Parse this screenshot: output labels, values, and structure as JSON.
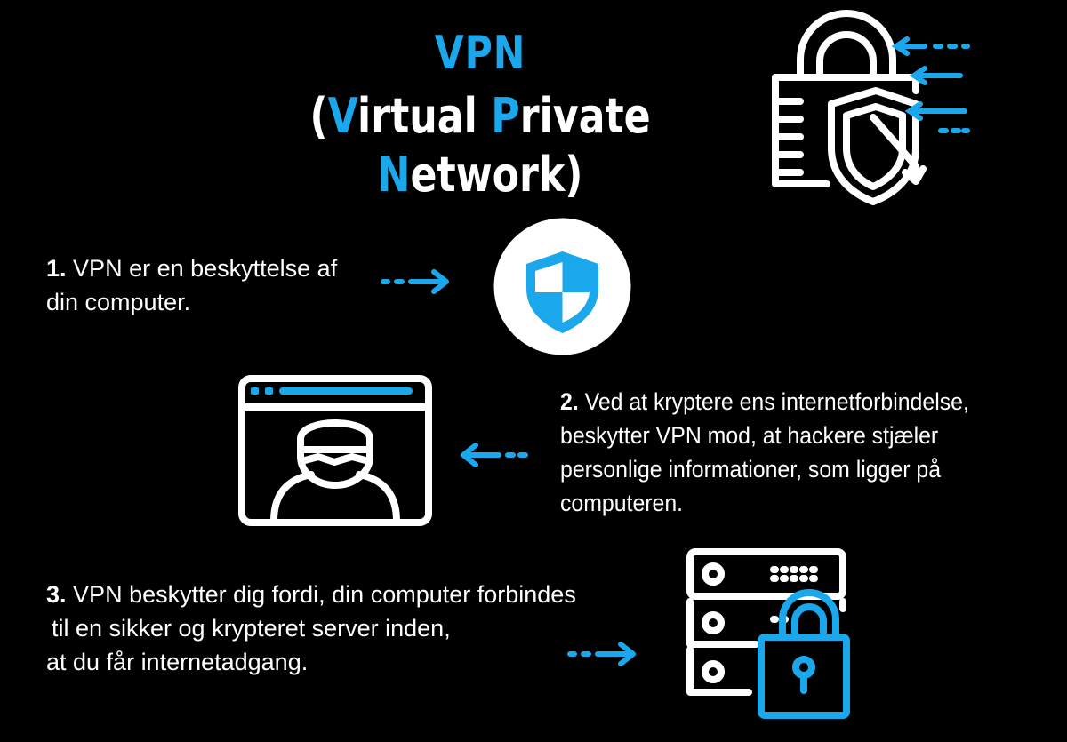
{
  "title": {
    "main": "VPN",
    "sub_open": "(",
    "sub_v": "V",
    "sub_irtual": "irtual ",
    "sub_p": "P",
    "sub_rivate": "rivate ",
    "sub_n": "N",
    "sub_etwork": "etwork)"
  },
  "steps": [
    {
      "number": "1.",
      "lines": [
        "VPN er en beskyttelse af",
        "din computer."
      ]
    },
    {
      "number": "2.",
      "lines": [
        "Ved at kryptere ens internetforbindelse,",
        "beskytter VPN mod, at hackere stjæler",
        "personlige informationer, som ligger på",
        "computeren."
      ]
    },
    {
      "number": "3.",
      "lines": [
        "VPN beskytter dig fordi, din computer forbindes",
        "til en sikker og krypteret server inden,",
        "at du får internetadgang."
      ]
    }
  ],
  "icons": {
    "header": "padlock-shield-icon",
    "step1": "shield-icon",
    "step2": "hacker-browser-icon",
    "step3": "server-lock-icon",
    "arrow_right": "arrow-right-icon",
    "arrow_left": "arrow-left-icon"
  },
  "colors": {
    "background": "#000000",
    "accent": "#1aa7ec",
    "text": "#ffffff"
  }
}
